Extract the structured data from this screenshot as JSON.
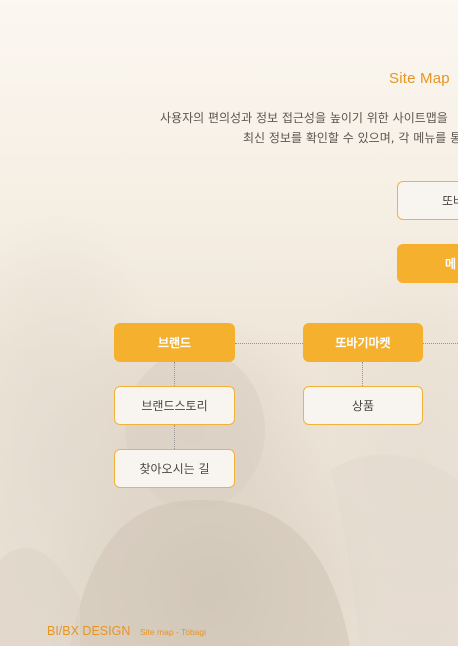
{
  "header": {
    "title": "Site Map",
    "description_line1": "사용자의 편의성과 정보 접근성을 높이기 위한 사이트맵을",
    "description_line2": "최신 정보를 확인할 수 있으며, 각 메뉴를 통"
  },
  "sitemap": {
    "root_label": "또바",
    "menu_label": "메",
    "categories": [
      {
        "label": "브랜드",
        "children": [
          "브랜드스토리",
          "찾아오시는 길"
        ]
      },
      {
        "label": "또바기마켓",
        "children": [
          "상품"
        ]
      }
    ]
  },
  "footer": {
    "brand": "BI/BX DESIGN",
    "subtitle": "Site map - Tobagi"
  },
  "colors": {
    "accent": "#e8941f",
    "box_fill": "#f5b12e",
    "box_border": "#f3b23a"
  }
}
